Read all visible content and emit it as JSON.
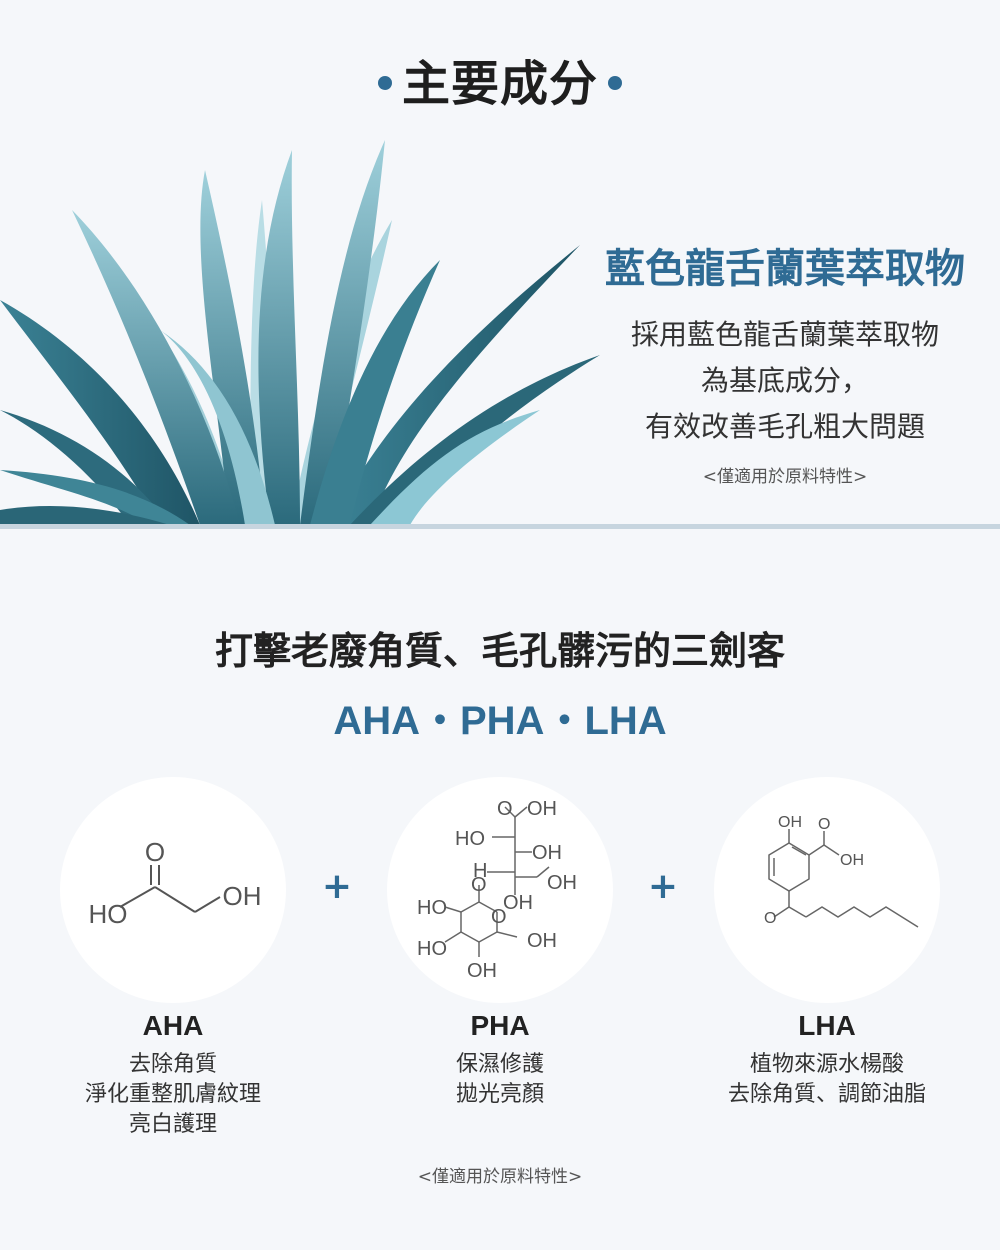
{
  "header": {
    "title": "主要成分"
  },
  "ingredient": {
    "name": "藍色龍舌蘭葉萃取物",
    "description": [
      "採用藍色龍舌蘭葉萃取物",
      "為基底成分，",
      "有效改善毛孔粗大問題"
    ],
    "note": "<僅適用於原料特性>"
  },
  "combo": {
    "title": "打擊老廢角質、毛孔髒污的三劍客",
    "subtitle": "AHA・PHA・LHA",
    "plus": "+",
    "acids": [
      {
        "name": "AHA",
        "desc": [
          "去除角質",
          "淨化重整肌膚紋理",
          "亮白護理"
        ]
      },
      {
        "name": "PHA",
        "desc": [
          "保濕修護",
          "拋光亮顏"
        ]
      },
      {
        "name": "LHA",
        "desc": [
          "植物來源水楊酸",
          "去除角質、調節油脂"
        ]
      }
    ],
    "note": "<僅適用於原料特性>"
  },
  "chem_labels": {
    "o": "O",
    "oh": "OH",
    "ho": "HO",
    "h": "H"
  },
  "colors": {
    "accent": "#2f6b94",
    "plant_dark": "#2e6f80",
    "plant_light": "#8cc7d4"
  }
}
